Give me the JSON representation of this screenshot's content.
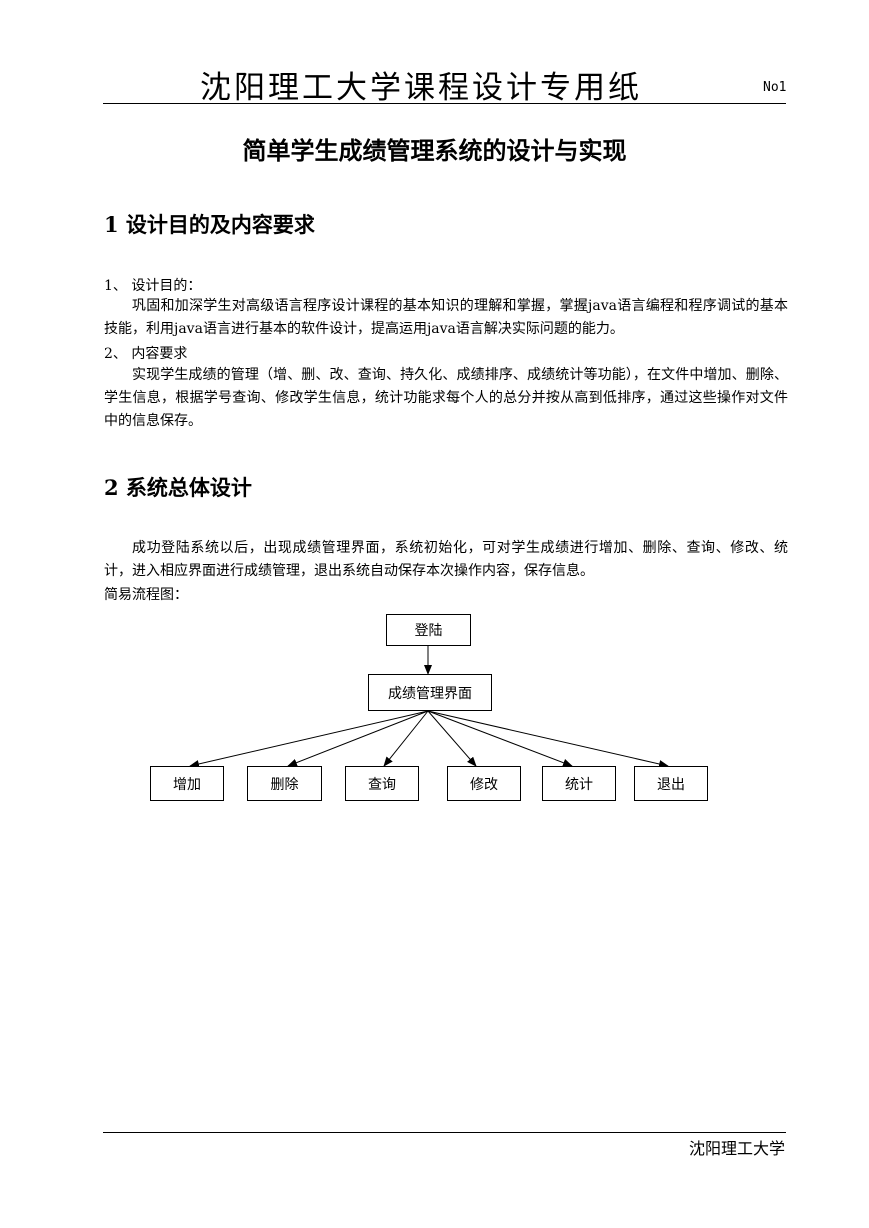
{
  "header": {
    "title": "沈阳理工大学课程设计专用纸",
    "page_no": "No1"
  },
  "doc": {
    "title": "简单学生成绩管理系统的设计与实现"
  },
  "section1": {
    "heading": "1 设计目的及内容要求",
    "item1_label": "1、 设计目的：",
    "item1_text": "巩固和加深学生对高级语言程序设计课程的基本知识的理解和掌握，掌握java语言编程和程序调试的基本技能，利用java语言进行基本的软件设计，提高运用java语言解决实际问题的能力。",
    "item2_label": "2、 内容要求",
    "item2_text": "实现学生成绩的管理（增、删、改、查询、持久化、成绩排序、成绩统计等功能），在文件中增加、删除、学生信息，根据学号查询、修改学生信息，统计功能求每个人的总分并按从高到低排序，通过这些操作对文件中的信息保存。"
  },
  "section2": {
    "heading": "2  系统总体设计",
    "text": "成功登陆系统以后，出现成绩管理界面，系统初始化，可对学生成绩进行增加、删除、查询、修改、统计，进入相应界面进行成绩管理，退出系统自动保存本次操作内容，保存信息。",
    "flow_label": "简易流程图："
  },
  "flowchart": {
    "login": "登陆",
    "main": "成绩管理界面",
    "add": "增加",
    "delete": "删除",
    "query": "查询",
    "modify": "修改",
    "stats": "统计",
    "exit": "退出"
  },
  "footer": {
    "text": "沈阳理工大学"
  }
}
